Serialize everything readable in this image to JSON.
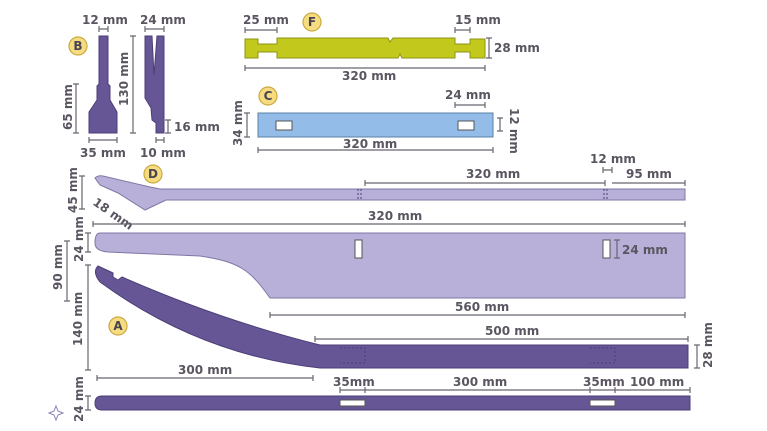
{
  "colors": {
    "dark_piece": "#665696",
    "light_piece": "#b8b0d8",
    "blue_piece": "#93bde8",
    "yellow_piece": "#c3c91c",
    "badge": "#f5dc80"
  },
  "parts": {
    "B": {
      "label": "B",
      "dims": [
        "12 mm",
        "24 mm",
        "130 mm",
        "65 mm",
        "16 mm",
        "35 mm",
        "10 mm"
      ]
    },
    "F": {
      "label": "F",
      "dims": [
        "25 mm",
        "15 mm",
        "28 mm",
        "320 mm"
      ]
    },
    "C": {
      "label": "C",
      "dims": [
        "24 mm",
        "34 mm",
        "12 mm",
        "320 mm"
      ]
    },
    "D": {
      "label": "D",
      "dims": [
        "12 mm",
        "320 mm",
        "95 mm",
        "45 mm",
        "18 mm"
      ]
    },
    "middle": {
      "dims": [
        "320 mm",
        "24 mm",
        "24 mm",
        "90 mm",
        "560 mm"
      ]
    },
    "A": {
      "label": "A",
      "dims": [
        "500 mm",
        "140 mm",
        "28 mm"
      ]
    },
    "bottom": {
      "dims": [
        "300 mm",
        "35mm",
        "300 mm",
        "35mm",
        "100 mm",
        "24 mm"
      ]
    }
  }
}
